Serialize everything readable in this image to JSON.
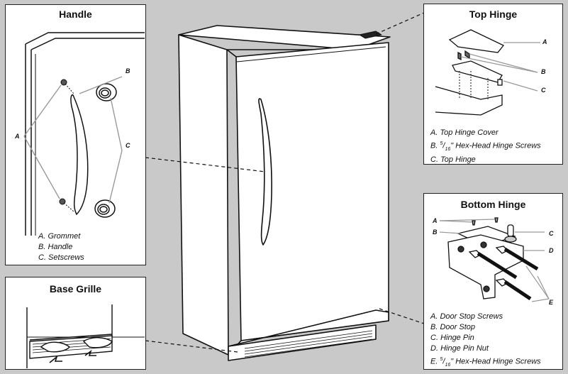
{
  "handle": {
    "title": "Handle",
    "callouts": {
      "a": "A",
      "b": "B",
      "c": "C"
    },
    "legend": [
      "A. Grommet",
      "B. Handle",
      "C. Setscrews"
    ]
  },
  "base_grille": {
    "title": "Base Grille"
  },
  "top_hinge": {
    "title": "Top Hinge",
    "callouts": {
      "a": "A",
      "b": "B",
      "c": "C"
    },
    "legend": [
      {
        "letter": "A.",
        "text": "Top Hinge Cover"
      },
      {
        "letter": "B.",
        "num": "5",
        "den": "16",
        "text": "\" Hex-Head Hinge Screws"
      },
      {
        "letter": "C.",
        "text": "Top Hinge"
      }
    ]
  },
  "bottom_hinge": {
    "title": "Bottom Hinge",
    "callouts": {
      "a": "A",
      "b": "B",
      "c": "C",
      "d": "D",
      "e": "E"
    },
    "legend": [
      {
        "letter": "A.",
        "text": "Door Stop Screws"
      },
      {
        "letter": "B.",
        "text": "Door Stop"
      },
      {
        "letter": "C.",
        "text": "Hinge Pin"
      },
      {
        "letter": "D.",
        "text": "Hinge Pin Nut"
      },
      {
        "letter": "E.",
        "num": "5",
        "den": "16",
        "text": "\" Hex-Head Hinge Screws"
      }
    ]
  }
}
